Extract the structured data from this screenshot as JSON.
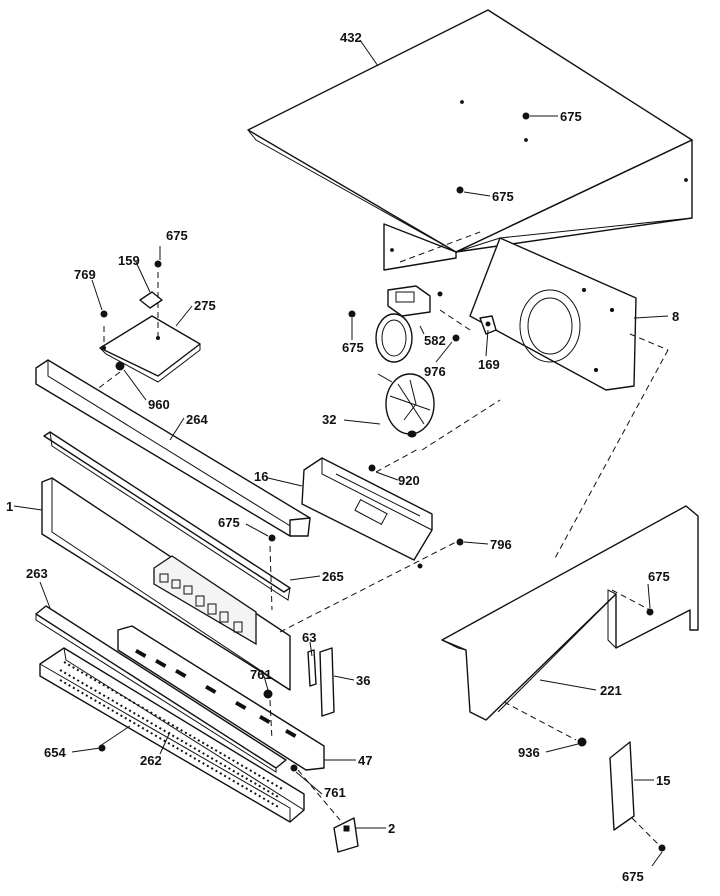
{
  "labels": {
    "l432": "432",
    "l675a": "675",
    "l675b": "675",
    "l675c": "675",
    "l675d": "675",
    "l675e": "675",
    "l675f": "675",
    "l675g": "675",
    "l159": "159",
    "l769": "769",
    "l275": "275",
    "l960": "960",
    "l264": "264",
    "l582": "582",
    "l976": "976",
    "l169": "169",
    "l8": "8",
    "l32": "32",
    "l16": "16",
    "l920": "920",
    "l1": "1",
    "l265": "265",
    "l796": "796",
    "l263": "263",
    "l63": "63",
    "l36": "36",
    "l761a": "761",
    "l761b": "761",
    "l47": "47",
    "l654": "654",
    "l262": "262",
    "l2": "2",
    "l221": "221",
    "l936": "936",
    "l15": "15"
  }
}
